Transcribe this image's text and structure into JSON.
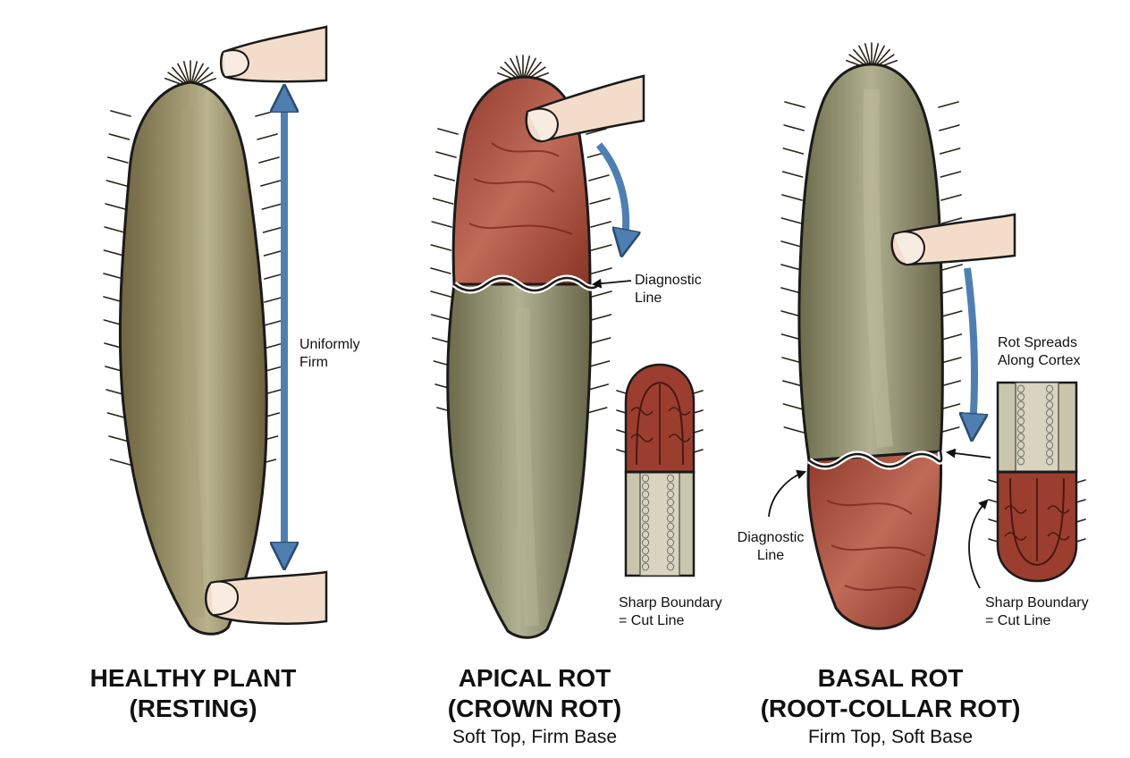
{
  "panels": {
    "healthy": {
      "title_line1": "HEALTHY PLANT",
      "title_line2": "(RESTING)",
      "arrow_label_line1": "Uniformly",
      "arrow_label_line2": "Firm"
    },
    "apical": {
      "title_line1": "APICAL ROT",
      "title_line2": "(CROWN ROT)",
      "subtitle": "Soft Top, Firm Base",
      "diagnostic_line1": "Diagnostic",
      "diagnostic_line2": "Line",
      "boundary_line1": "Sharp Boundary",
      "boundary_line2": "= Cut Line"
    },
    "basal": {
      "title_line1": "BASAL ROT",
      "title_line2": "(ROOT-COLLAR ROT)",
      "subtitle": "Firm Top, Soft Base",
      "spread_line1": "Rot Spreads",
      "spread_line2": "Along Cortex",
      "diagnostic_line1": "Diagnostic",
      "diagnostic_line2": "Line",
      "boundary_line1": "Sharp Boundary",
      "boundary_line2": "= Cut Line"
    }
  },
  "colors": {
    "healthy_tissue": "#857a52",
    "healthy_highlight": "#b7b08a",
    "rot_tissue": "#a85040",
    "rot_dark": "#7a2c22",
    "outline": "#1a1a1a",
    "arrow": "#4f7fb0",
    "skin": "#f3ddca",
    "section_healthy": "#c9c6ad"
  }
}
